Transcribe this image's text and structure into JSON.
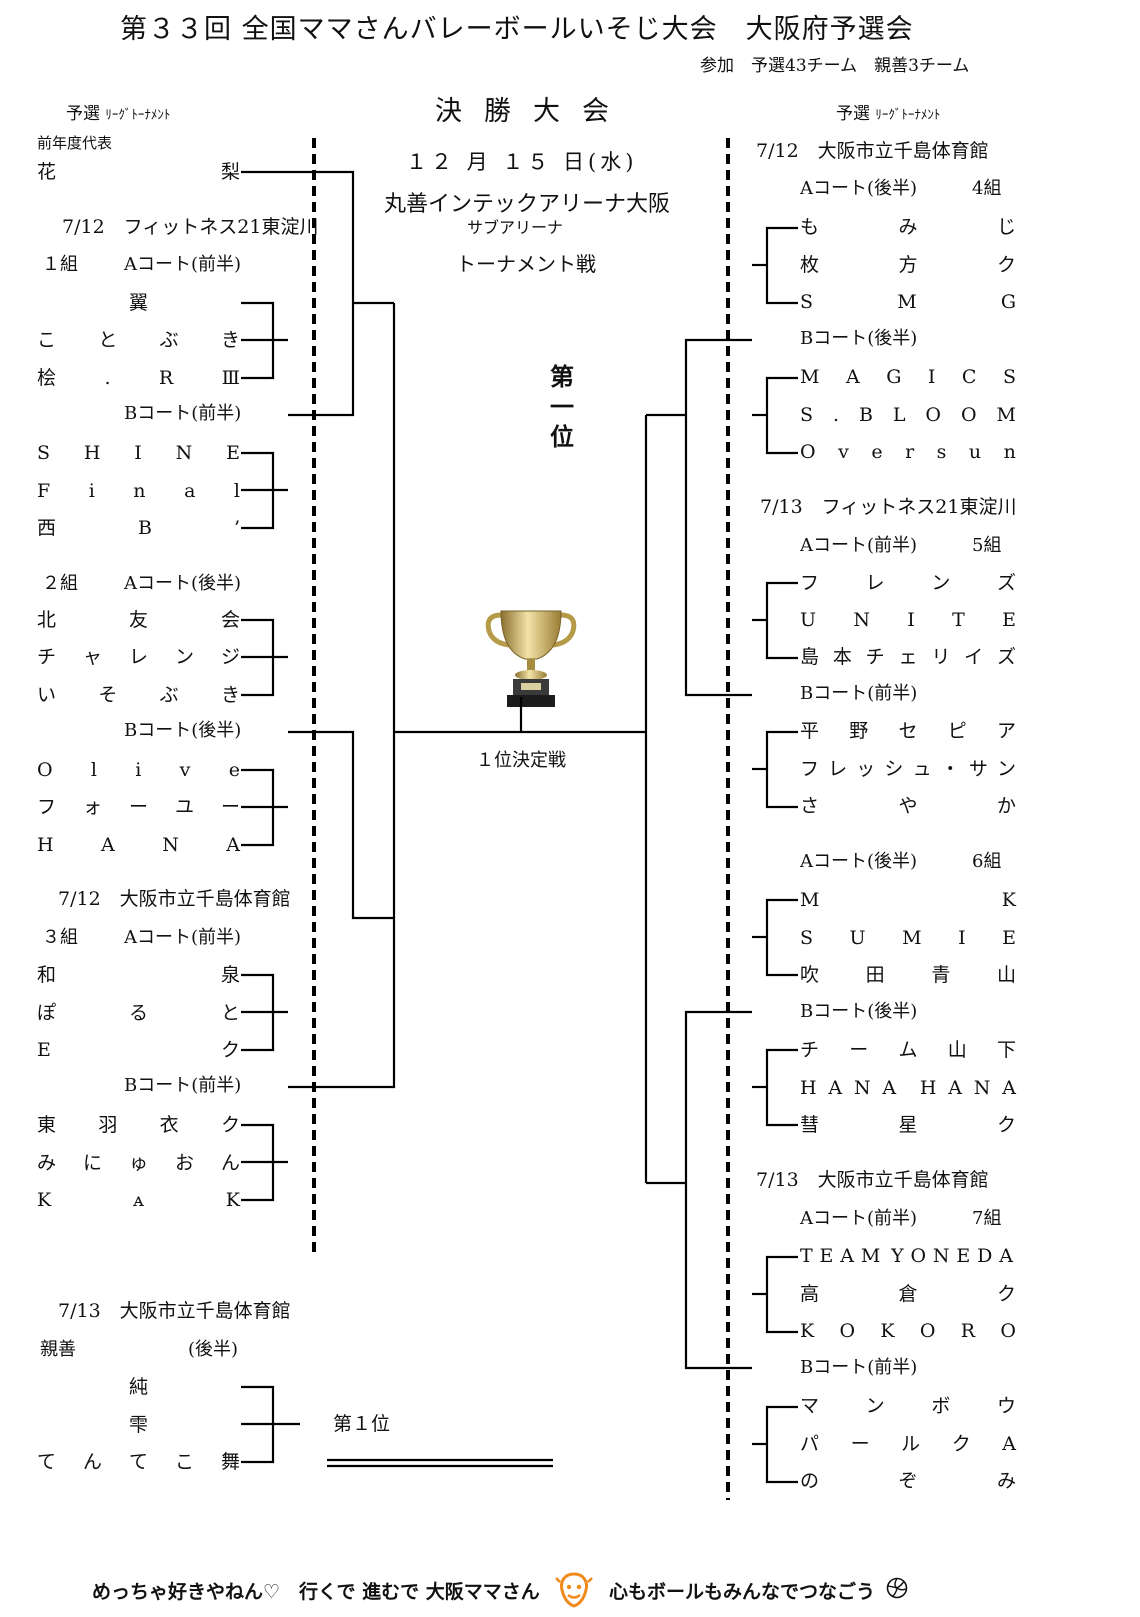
{
  "title": "第３３回 全国ママさんバレーボールいそじ大会　大阪府予選会",
  "participants": "参加　予選43チーム　親善3チーム",
  "final_title": "決勝大会",
  "left_header": {
    "main": "予選",
    "sub": "ﾘｰｸﾞﾄｰﾅﾒﾝﾄ"
  },
  "right_header": {
    "main": "予選",
    "sub": "ﾘｰｸﾞﾄｰﾅﾒﾝﾄ"
  },
  "center": {
    "date": "１２ 月 １５ 日(水)",
    "venue": "丸善インテックアリーナ大阪",
    "sub_venue": "サブアリーナ",
    "format": "トーナメント戦",
    "first_place": "第一位",
    "final_match": "１位決定戦"
  },
  "left": {
    "prev_label": "前年度代表",
    "prev_team": "花梨",
    "venue1": "7/12　フィットネス21東淀川",
    "g1_label": "１組",
    "g1_a": "Aコート(前半)",
    "g1_a_teams": [
      "翼",
      "ことぶき",
      "桧.RⅢ"
    ],
    "g1_b": "Bコート(前半)",
    "g1_b_teams": [
      "SHINE",
      "Final",
      "西B’"
    ],
    "g2_label": "２組",
    "g2_a": "Aコート(後半)",
    "g2_a_teams": [
      "北友会",
      "チャレンジ",
      "いそぶき"
    ],
    "g2_b": "Bコート(後半)",
    "g2_b_teams": [
      "Olive",
      "フォーユー",
      "HANA"
    ],
    "venue2": "7/12　大阪市立千島体育館",
    "g3_label": "３組",
    "g3_a": "Aコート(前半)",
    "g3_a_teams": [
      "和泉",
      "ぽると",
      "Eク"
    ],
    "g3_b": "Bコート(前半)",
    "g3_b_teams": [
      "東羽衣ク",
      "みにゅおん",
      "KᴀK"
    ],
    "venue3": "7/13　大阪市立千島体育館",
    "friendly_label": "親善",
    "friendly_time": "(後半)",
    "friendly_teams": [
      "純",
      "雫",
      "てんてこ舞"
    ],
    "friendly_result": "第１位"
  },
  "right": {
    "venue1": "7/12　大阪市立千島体育館",
    "g4_a": "Aコート(後半)",
    "g4_label": "4組",
    "g4_a_teams": [
      "もみじ",
      "枚方ク",
      "SMG"
    ],
    "g4_b": "Bコート(後半)",
    "g4_b_teams": [
      "MAGICS",
      "S.BLOOM",
      "Oversun"
    ],
    "venue2": "7/13　フィットネス21東淀川",
    "g5_a": "Aコート(前半)",
    "g5_label": "5組",
    "g5_a_teams": [
      "フレンズ",
      "UNITE",
      "島本チェリイズ"
    ],
    "g5_b": "Bコート(前半)",
    "g5_b_teams": [
      "平野セピア",
      "フレッシュ・サン",
      "さやか"
    ],
    "g6_a": "Aコート(後半)",
    "g6_label": "6組",
    "g6_a_teams": [
      "MK",
      "SUMIE",
      "吹田青山"
    ],
    "g6_b": "Bコート(後半)",
    "g6_b_teams": [
      "チーム山下",
      "HANA HANA",
      "彗星ク"
    ],
    "venue3": "7/13　大阪市立千島体育館",
    "g7_a": "Aコート(前半)",
    "g7_label": "7組",
    "g7_a_teams": [
      "TEAM YONEDA",
      "高倉ク",
      "KOKORO"
    ],
    "g7_b": "Bコート(前半)",
    "g7_b_teams": [
      "マンボウ",
      "パールクA",
      "のぞみ"
    ]
  },
  "footer": {
    "left": "めっちゃ好きやねん♡　行くで 進むで 大阪ママさん",
    "right": "心もボールもみんなでつなごう"
  },
  "colors": {
    "text": "#111111",
    "line": "#000000",
    "trophy_gold": "#c8a84a",
    "logo_orange": "#f08a1c"
  }
}
